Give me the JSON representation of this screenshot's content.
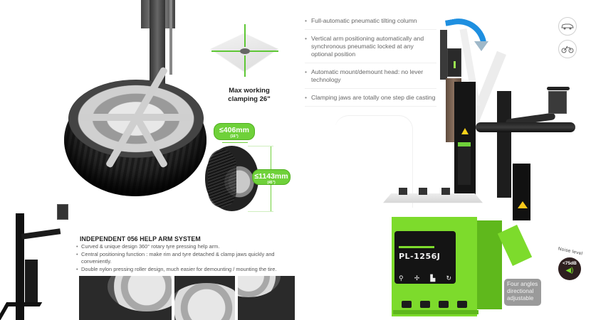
{
  "features": [
    {
      "text": "Full-automatic pneumatic tilting column"
    },
    {
      "text": "Vertical arm positioning automatically and synchronous pneumatic locked at any optional position"
    },
    {
      "text": "Automatic mount/demount head: no lever technology"
    },
    {
      "text": "Clamping jaws are totally one step die casting"
    }
  ],
  "clamping": {
    "caption_line1": "Max working",
    "caption_line2": "clamping 26\""
  },
  "tire_size": {
    "width_label": "≤406mm",
    "width_sub": "(16\")",
    "diameter_label": "≤1143mm",
    "diameter_sub": "(45\")"
  },
  "help_arm": {
    "title": "INDEPENDENT 056 HELP ARM SYSTEM",
    "bullets": [
      "Curved & unique design 360° rotary tyre pressing help arm.",
      "Central positioning function : make rim and tyre detached & clamp jaws quickly and conveniently.",
      "Double nylon pressing roller design, much easier for demounting / mounting the tire."
    ]
  },
  "machine": {
    "model": "PL-1256J",
    "panel_icons": [
      "valve-icon",
      "clamp-icon",
      "pedal-icon",
      "rotate-icon"
    ],
    "panel_glyphs": [
      "⚲",
      "✢",
      "▙",
      "↻"
    ],
    "note": "Four angles directional adjustable"
  },
  "vehicle_icons": [
    {
      "name": "car-icon",
      "glyph": "🚙"
    },
    {
      "name": "motorcycle-icon",
      "glyph": "🏍"
    }
  ],
  "noise": {
    "label": "Noise level",
    "value": "<75dB",
    "speaker_glyph": "🔊"
  },
  "colors": {
    "accent_green": "#7ddb2c",
    "arrow_blue": "#1e8fe0",
    "text_gray": "#666666",
    "badge_dark": "#2e1f1f"
  }
}
